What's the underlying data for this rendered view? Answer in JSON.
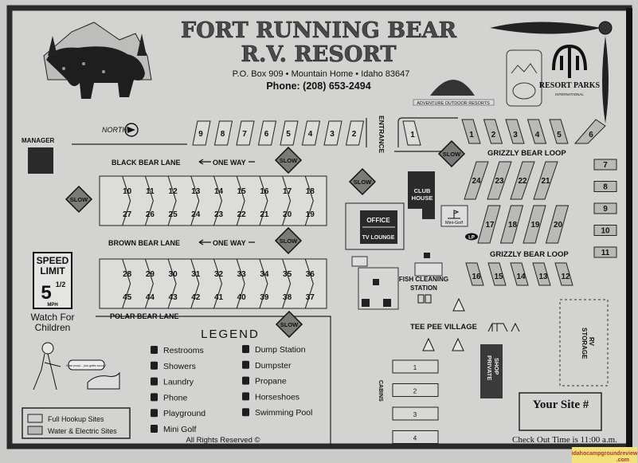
{
  "header": {
    "title_line1": "FORT RUNNING BEAR",
    "title_line2": "R.V. RESORT",
    "address": "P.O. Box 909 • Mountain Home • Idaho 83647",
    "phone": "Phone: (208) 653-2494",
    "logos": {
      "adventure": "ADVENTURE OUTDOOR RESORTS",
      "resort_parks": "RESORT PARKS",
      "resort_parks_sub": "INTERNATIONAL"
    }
  },
  "map": {
    "north_label": "NORTH",
    "entrance_label": "ENTRANCE",
    "manager_label": "MANAGER",
    "slow_label": "SLOW",
    "one_way_label": "ONE WAY",
    "lanes": {
      "black_bear": "BLACK BEAR LANE",
      "brown_bear": "BROWN BEAR LANE",
      "polar_bear": "POLAR BEAR LANE",
      "grizzly_top": "GRIZZLY BEAR LOOP",
      "grizzly_bottom": "GRIZZLY BEAR LOOP"
    },
    "sites": {
      "entrance_row": [
        "9",
        "8",
        "7",
        "6",
        "5",
        "4",
        "3",
        "2"
      ],
      "entrance_site_1": "1",
      "black_top": [
        "10",
        "11",
        "12",
        "13",
        "14",
        "15",
        "16",
        "17",
        "18"
      ],
      "black_bottom": [
        "27",
        "26",
        "25",
        "24",
        "23",
        "22",
        "21",
        "20",
        "19"
      ],
      "brown_top": [
        "28",
        "29",
        "30",
        "31",
        "32",
        "33",
        "34",
        "35",
        "36"
      ],
      "brown_bottom": [
        "45",
        "44",
        "43",
        "42",
        "41",
        "40",
        "39",
        "38",
        "37"
      ],
      "grizzly_top_row": [
        "1",
        "2",
        "3",
        "4",
        "5"
      ],
      "grizzly_corner": "6",
      "grizzly_right": [
        "7",
        "8",
        "9",
        "10",
        "11"
      ],
      "grizzly_inner_top": [
        "24",
        "23",
        "22",
        "21"
      ],
      "grizzly_inner_bottom": [
        "17",
        "18",
        "19",
        "20"
      ],
      "grizzly_bottom_row": [
        "16",
        "15",
        "14",
        "13",
        "12"
      ]
    },
    "buildings": {
      "office": "OFFICE",
      "tv_lounge": "TV LOUNGE",
      "club_house_1": "CLUB",
      "club_house_2": "HOUSE",
      "mini_golf": "Mini-Golf",
      "propane": "LP",
      "fish_cleaning_1": "FISH CLEANING",
      "fish_cleaning_2": "STATION",
      "tee_pee_village": "TEE PEE VILLAGE",
      "private_shop_1": "PRIVATE",
      "private_shop_2": "SHOP",
      "rv_storage_1": "RV",
      "rv_storage_2": "STORAGE",
      "cabins_label": "CABINS",
      "cabins": [
        "1",
        "2",
        "3",
        "4"
      ]
    },
    "speed_sign": {
      "line1": "SPEED",
      "line2": "LIMIT",
      "value": "5",
      "fraction": "1/2",
      "unit": "MPH"
    },
    "watch_line1": "Watch For",
    "watch_line2": "Children",
    "cartoon_bubble": "If we poop... you gotta scoop!"
  },
  "legend": {
    "title": "LEGEND",
    "items_left": [
      {
        "icon": "restroom-icon",
        "label": "Restrooms"
      },
      {
        "icon": "shower-icon",
        "label": "Showers"
      },
      {
        "icon": "laundry-icon",
        "label": "Laundry"
      },
      {
        "icon": "phone-icon",
        "label": "Phone"
      },
      {
        "icon": "playground-icon",
        "label": "Playground"
      },
      {
        "icon": "mini-golf-icon",
        "label": "Mini Golf"
      }
    ],
    "items_right": [
      {
        "icon": "dump-station-icon",
        "label": "Dump Station"
      },
      {
        "icon": "dumpster-icon",
        "label": "Dumpster"
      },
      {
        "icon": "propane-icon",
        "label": "Propane"
      },
      {
        "icon": "horseshoes-icon",
        "label": "Horseshoes"
      },
      {
        "icon": "swimming-pool-icon",
        "label": "Swimming Pool"
      }
    ],
    "site_types": [
      {
        "label": "Full Hookup Sites",
        "color": "#d0d0ce"
      },
      {
        "label": "Water & Electric Sites",
        "color": "#b9b9b7"
      }
    ],
    "copyright": "All Rights Reserved ©"
  },
  "footer": {
    "your_site": "Your Site #",
    "checkout": "Check Out Time is 11:00 a.m.",
    "watermark_1": "idahocampgroundreview",
    "watermark_2": ".com"
  },
  "colors": {
    "background": "#cbcbc9",
    "frame": "#2a2a2a",
    "slow_sign": "#7a7a78",
    "building": "#2e2e2e",
    "watermark": "#f3e27a"
  }
}
